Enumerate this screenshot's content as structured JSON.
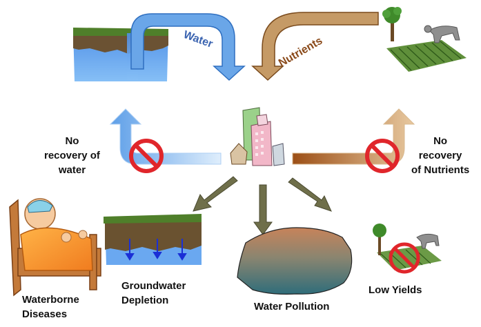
{
  "labels": {
    "water": "Water",
    "nutrients": "Nutrients",
    "no_recovery_water": [
      "No",
      "recovery of",
      "water"
    ],
    "no_recovery_nutrients": [
      "No",
      "recovery",
      "of Nutrients"
    ],
    "waterborne_diseases": [
      "Waterborne",
      "Diseases"
    ],
    "groundwater_depletion": [
      "Groundwater",
      "Depletion"
    ],
    "water_pollution": "Water Pollution",
    "low_yields": "Low Yields"
  },
  "colors": {
    "water_arrow": "#6aa6e8",
    "nutrient_arrow": "#b06a2c",
    "impact_arrow": "#6f6f4a",
    "prohibition": "#e0262b",
    "soil_top": "#4f7f2a",
    "soil_brown": "#6a5230",
    "water_fill": "#5b9ff0",
    "field_green": "#4c7a2e"
  },
  "icons": [
    "reservoir-icon",
    "farm-field-icon",
    "city-buildings-icon",
    "sick-person-bed-icon",
    "groundwater-cross-section-icon",
    "polluted-water-pool-icon",
    "failed-crop-field-icon",
    "prohibition-icon"
  ]
}
